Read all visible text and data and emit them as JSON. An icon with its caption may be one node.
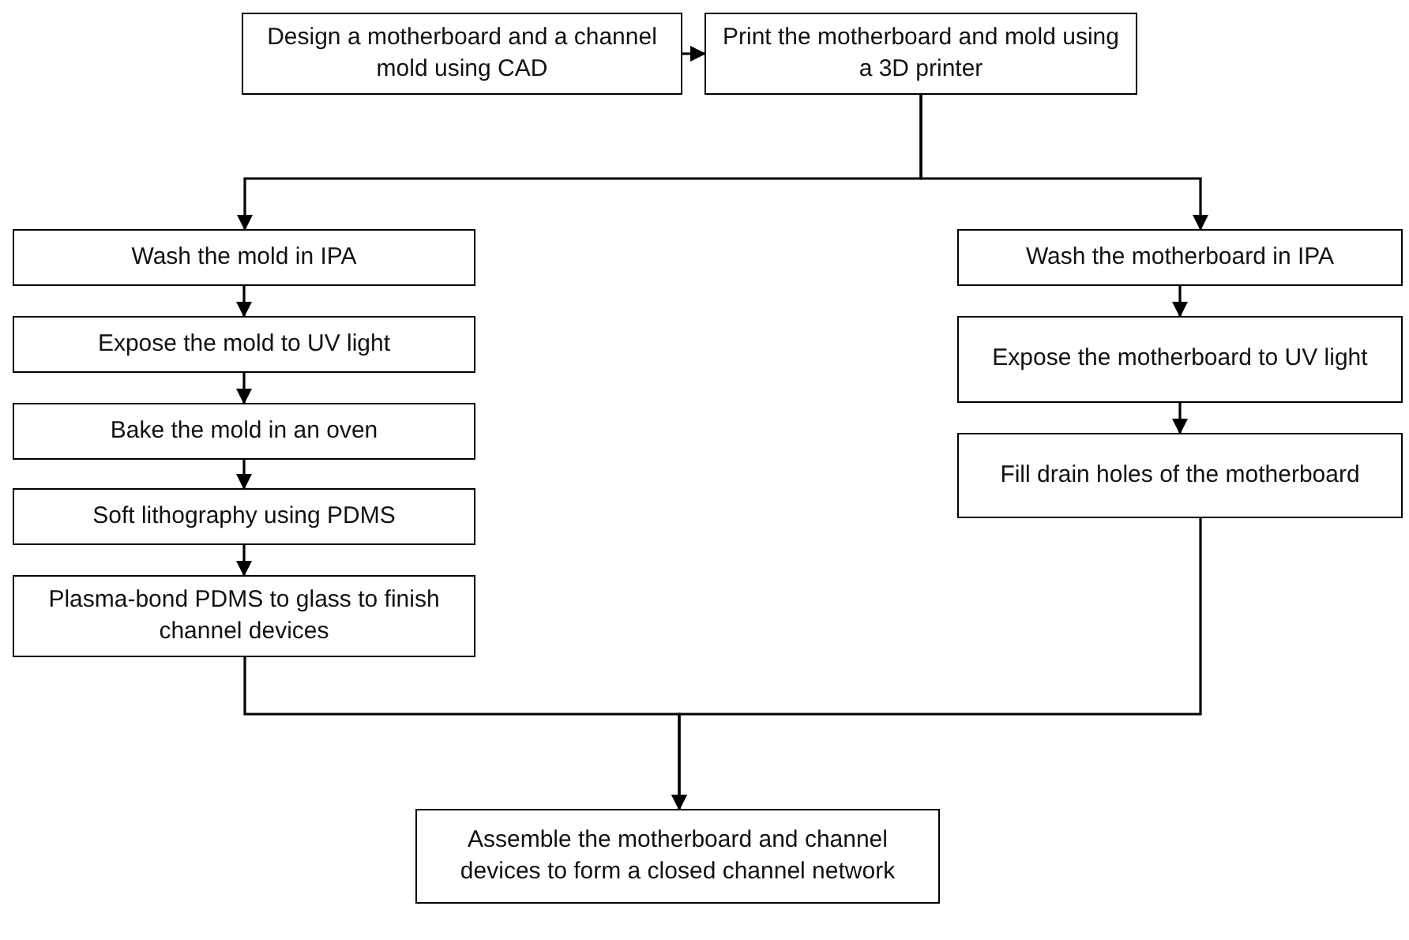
{
  "diagram": {
    "nodes": [
      {
        "text": [
          "Design a motherboard and a channel mold using CAD"
        ]
      },
      {
        "text": [
          "Print the motherboard and mold using a 3D printer"
        ]
      },
      {
        "text": [
          "Wash the mold in IPA"
        ]
      },
      {
        "text": [
          "Expose the mold to UV light"
        ]
      },
      {
        "text": [
          "Bake the mold in an oven"
        ]
      },
      {
        "text": [
          "Soft lithography using PDMS"
        ]
      },
      {
        "text": [
          "Plasma-bond PDMS to glass to finish channel devices"
        ]
      },
      {
        "text": [
          "Wash the motherboard in IPA"
        ]
      },
      {
        "text": [
          "Expose the motherboard to UV light"
        ]
      },
      {
        "text": [
          "Fill drain holes of the motherboard"
        ]
      },
      {
        "text": [
          "Assemble the motherboard and channel devices to form a closed channel network"
        ]
      }
    ],
    "edges": [
      {
        "from": 0,
        "to": 1,
        "arrow": "to"
      },
      {
        "from": 1,
        "to": 2,
        "arrow": "to"
      },
      {
        "from": 1,
        "to": 7,
        "arrow": "to"
      },
      {
        "from": 2,
        "to": 3,
        "arrow": "to"
      },
      {
        "from": 3,
        "to": 4,
        "arrow": "to"
      },
      {
        "from": 4,
        "to": 5,
        "arrow": "to"
      },
      {
        "from": 5,
        "to": 6,
        "arrow": "to"
      },
      {
        "from": 7,
        "to": 8,
        "arrow": "to"
      },
      {
        "from": 8,
        "to": 9,
        "arrow": "to"
      },
      {
        "from": 6,
        "to": 10,
        "arrow": "to"
      },
      {
        "from": 9,
        "to": 10,
        "arrow": "to"
      }
    ]
  }
}
